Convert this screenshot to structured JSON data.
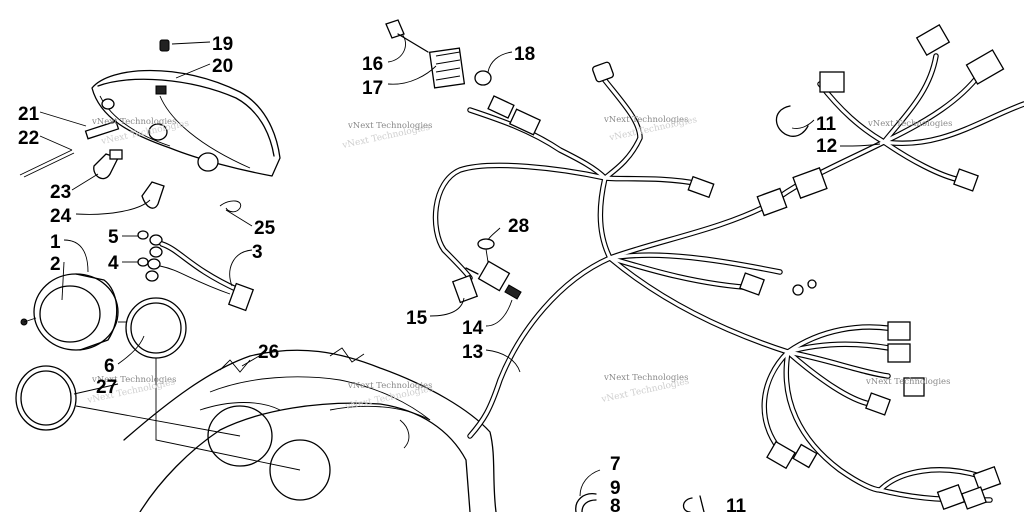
{
  "labels": {
    "l1": "1",
    "l2": "2",
    "l3": "3",
    "l4": "4",
    "l5": "5",
    "l6": "6",
    "l7": "7",
    "l8": "8",
    "l9": "9",
    "l11a": "11",
    "l11b": "11",
    "l12": "12",
    "l13": "13",
    "l14": "14",
    "l15": "15",
    "l16": "16",
    "l17": "17",
    "l18": "18",
    "l19": "19",
    "l20": "20",
    "l21": "21",
    "l22": "22",
    "l23": "23",
    "l24": "24",
    "l25": "25",
    "l26": "26",
    "l27": "27",
    "l28": "28"
  },
  "watermark": "vNext Technologies"
}
